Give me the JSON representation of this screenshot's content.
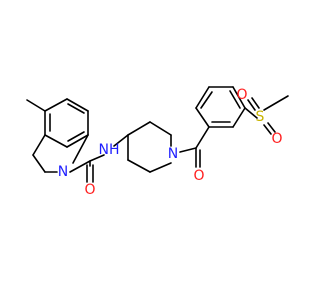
{
  "atom_labels": {
    "indoline_n": "N",
    "amide_nh": "NH",
    "amide_o": "O",
    "piperidine_n": "N",
    "ketone_o": "O",
    "sulfur": "S",
    "sulfonyl_o_top": "O",
    "sulfonyl_o_bottom": "O"
  },
  "colors": {
    "nitrogen": "#1f1fff",
    "oxygen": "#ff1f1f",
    "sulfur": "#c8b400",
    "bond": "#000000",
    "background": "#ffffff"
  }
}
